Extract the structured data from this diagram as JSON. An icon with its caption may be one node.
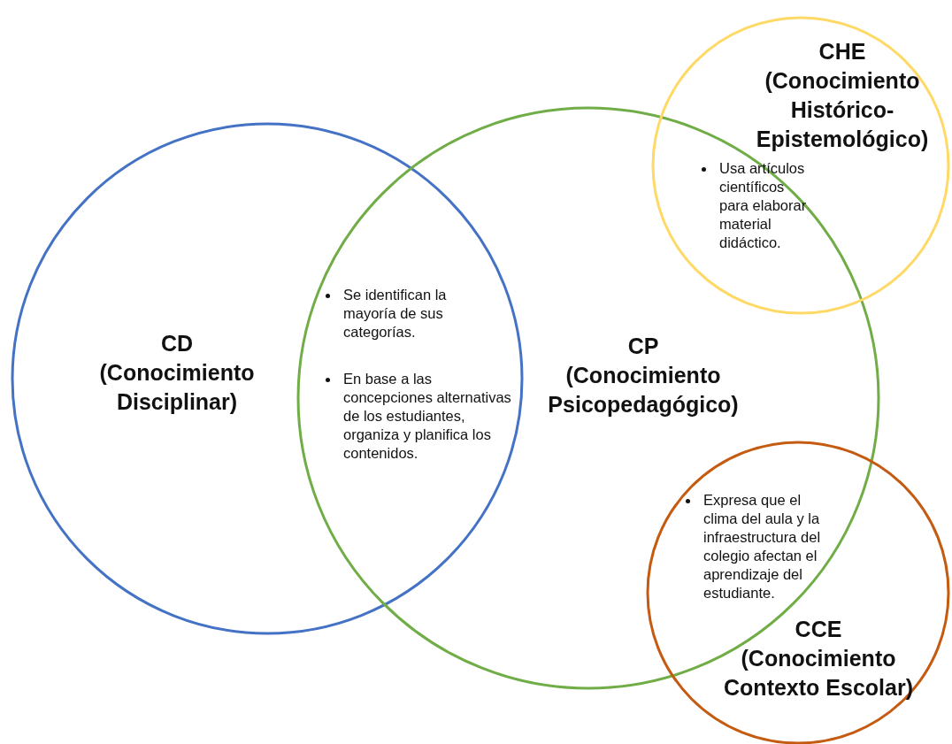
{
  "diagram": {
    "nodes": [
      {
        "text": [
          "CD (Conocimiento Disciplinar)"
        ]
      },
      {
        "text": [
          "CP (Conocimiento Psicopedagógico)"
        ]
      },
      {
        "text": [
          "CHE (Conocimiento Histórico-Epistemológico)"
        ]
      },
      {
        "text": [
          "CCE (Conocimiento Contexto Escolar)"
        ]
      }
    ],
    "labels": [
      "Se identifican la mayoría de sus categorías.",
      "En base a las concepciones alternativas de los estudiantes, organiza y planifica los contenidos.",
      "Usa artículos científicos para elaborar material didáctico.",
      "Expresa que el clima del aula y la infraestructura del colegio afectan el aprendizaje del estudiante."
    ]
  }
}
